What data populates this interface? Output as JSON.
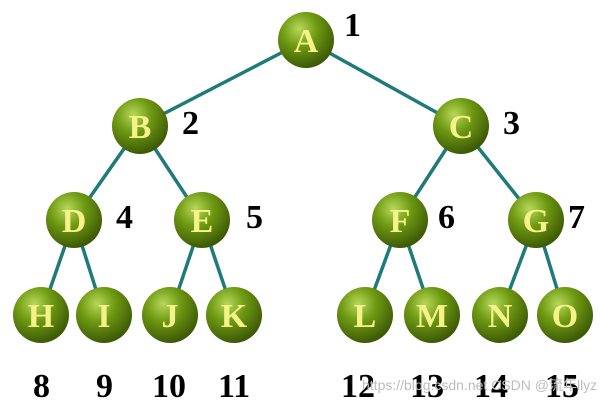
{
  "diagram": {
    "type": "complete-binary-tree",
    "colors": {
      "edge": "#1f7a7a",
      "node_light": "#b7d85a",
      "node_mid": "#6f9a12",
      "node_dark": "#3d5a06",
      "node_text": "#f6f28a",
      "index_text": "#000000"
    },
    "nodes": [
      {
        "id": "A",
        "label": "A",
        "index": "1"
      },
      {
        "id": "B",
        "label": "B",
        "index": "2"
      },
      {
        "id": "C",
        "label": "C",
        "index": "3"
      },
      {
        "id": "D",
        "label": "D",
        "index": "4"
      },
      {
        "id": "E",
        "label": "E",
        "index": "5"
      },
      {
        "id": "F",
        "label": "F",
        "index": "6"
      },
      {
        "id": "G",
        "label": "G",
        "index": "7"
      },
      {
        "id": "H",
        "label": "H",
        "index": "8"
      },
      {
        "id": "I",
        "label": "I",
        "index": "9"
      },
      {
        "id": "J",
        "label": "J",
        "index": "10"
      },
      {
        "id": "K",
        "label": "K",
        "index": "11"
      },
      {
        "id": "L",
        "label": "L",
        "index": "12"
      },
      {
        "id": "M",
        "label": "M",
        "index": "13"
      },
      {
        "id": "N",
        "label": "N",
        "index": "14"
      },
      {
        "id": "O",
        "label": "O",
        "index": "15"
      }
    ],
    "edges": [
      [
        "A",
        "B"
      ],
      [
        "A",
        "C"
      ],
      [
        "B",
        "D"
      ],
      [
        "B",
        "E"
      ],
      [
        "C",
        "F"
      ],
      [
        "C",
        "G"
      ],
      [
        "D",
        "H"
      ],
      [
        "D",
        "I"
      ],
      [
        "E",
        "J"
      ],
      [
        "E",
        "K"
      ],
      [
        "F",
        "L"
      ],
      [
        "F",
        "M"
      ],
      [
        "G",
        "N"
      ],
      [
        "G",
        "O"
      ]
    ]
  },
  "watermark": "https://blog.csdn.net CSDN @流年llyz"
}
